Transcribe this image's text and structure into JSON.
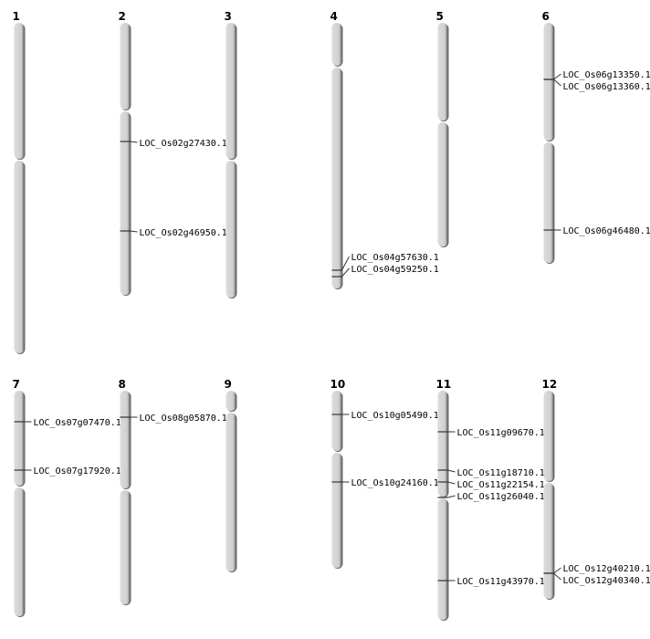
{
  "chromosomes": [
    {
      "name": "1",
      "genes": []
    },
    {
      "name": "2",
      "genes": [
        "LOC_Os02g27430.1",
        "LOC_Os02g46950.1"
      ]
    },
    {
      "name": "3",
      "genes": []
    },
    {
      "name": "4",
      "genes": [
        "LOC_Os04g57630.1",
        "LOC_Os04g59250.1"
      ]
    },
    {
      "name": "5",
      "genes": []
    },
    {
      "name": "6",
      "genes": [
        "LOC_Os06g13350.1",
        "LOC_Os06g13360.1",
        "LOC_Os06g46480.1"
      ]
    },
    {
      "name": "7",
      "genes": [
        "LOC_Os07g07470.1",
        "LOC_Os07g17920.1"
      ]
    },
    {
      "name": "8",
      "genes": [
        "LOC_Os08g05870.1"
      ]
    },
    {
      "name": "9",
      "genes": []
    },
    {
      "name": "10",
      "genes": [
        "LOC_Os10g05490.1",
        "LOC_Os10g24160.1"
      ]
    },
    {
      "name": "11",
      "genes": [
        "LOC_Os11g09670.1",
        "LOC_Os11g18710.1",
        "LOC_Os11g22154.1",
        "LOC_Os11g26040.1",
        "LOC_Os11g43970.1"
      ]
    },
    {
      "name": "12",
      "genes": [
        "LOC_Os12g40210.1",
        "LOC_Os12g40340.1"
      ]
    }
  ],
  "colors": {
    "chromosome_fill": "#d4d4d4",
    "chromosome_shadow": "#6e6e6e",
    "marker": "#333333"
  }
}
